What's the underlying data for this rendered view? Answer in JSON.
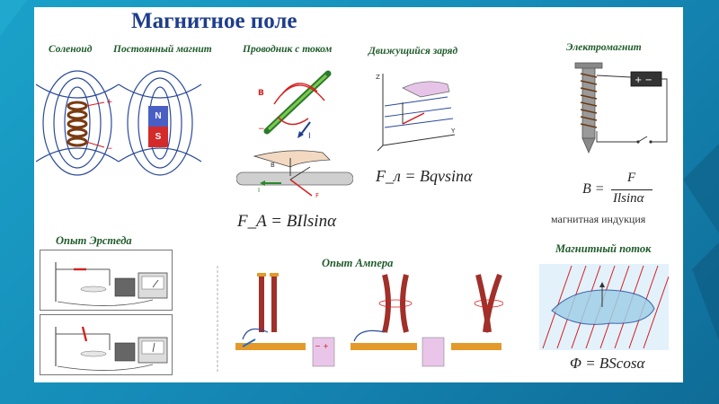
{
  "title": "Магнитное поле",
  "labels": {
    "solenoid": "Соленоид",
    "permanent_magnet": "Постоянный магнит",
    "conductor": "Проводник с током",
    "moving_charge": "Движущийся заряд",
    "electromagnet": "Электромагнит",
    "oersted": "Опыт Эрстеда",
    "ampere": "Опыт Ампера",
    "flux": "Магнитный поток"
  },
  "formulas": {
    "ampere_force": "F_A = BIlsinα",
    "lorentz_force": "F_л = Bqvsinα",
    "induction_lhs": "B =",
    "induction_num": "F",
    "induction_den": "Ilsinα",
    "flux": "Φ = BScosα"
  },
  "notes": {
    "induction": "магнитная индукция"
  },
  "magnet_poles": {
    "north": "N",
    "south": "S"
  },
  "colors": {
    "title": "#1f3d8c",
    "label": "#1f5b2a",
    "field_line": "#2a4a9a",
    "flux_line": "#d42020",
    "magnet_north": "#4a5fc4",
    "magnet_south": "#d42a2a",
    "background": "#1587b5"
  },
  "icons": [
    "solenoid-field",
    "bar-magnet-field",
    "current-conductor",
    "hand-rule",
    "charge-axes",
    "nail-electromagnet",
    "oersted-setup",
    "ampere-conductors",
    "flux-surface"
  ]
}
